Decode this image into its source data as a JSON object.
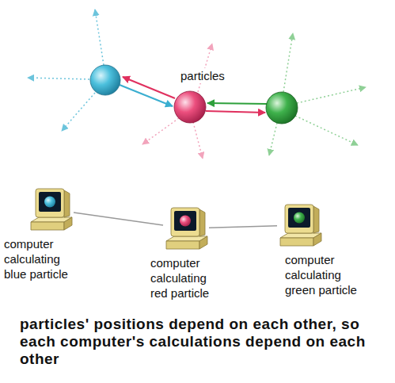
{
  "diagram": {
    "caption": "particles' positions depend on each other, so each computer's calculations depend on each other",
    "nodes": [
      {
        "text": [
          "computer calculating blue particle"
        ]
      },
      {
        "text": [
          "computer calculating red particle"
        ]
      },
      {
        "text": [
          "computer calculating green particle"
        ]
      }
    ],
    "edges": [
      {
        "from": 0,
        "to": 1,
        "arrow": "none"
      },
      {
        "from": 1,
        "to": 2,
        "arrow": "none"
      }
    ],
    "labels": [
      "particles"
    ]
  }
}
